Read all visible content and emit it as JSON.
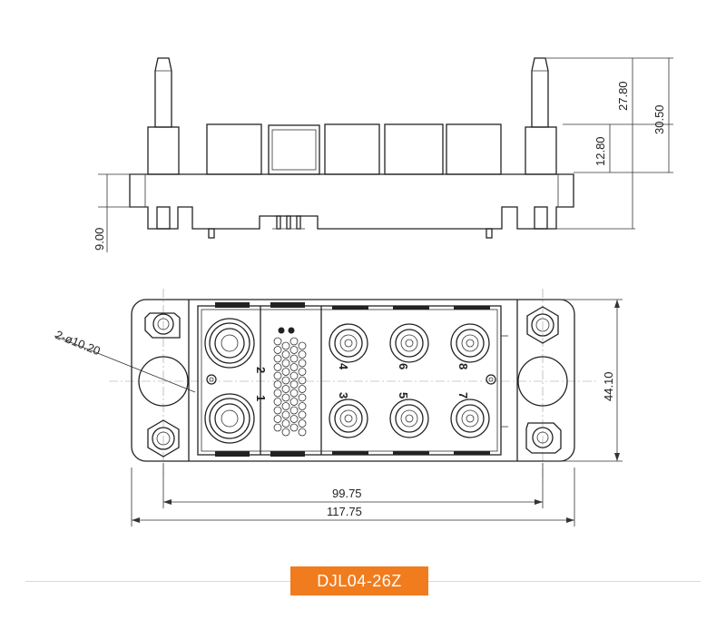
{
  "model": {
    "name": "DJL04-26Z",
    "accent_color": "#f07c1e"
  },
  "dimensions": {
    "height_top_pin": "27.80",
    "height_total": "30.50",
    "height_insert": "12.80",
    "height_bottom": "9.00",
    "hole_spec": "2-ø10.20",
    "mount_pitch": "99.75",
    "overall_length": "117.75",
    "overall_width": "44.10"
  },
  "pin_labels": [
    "1",
    "2",
    "3",
    "4",
    "5",
    "6",
    "7",
    "8"
  ]
}
